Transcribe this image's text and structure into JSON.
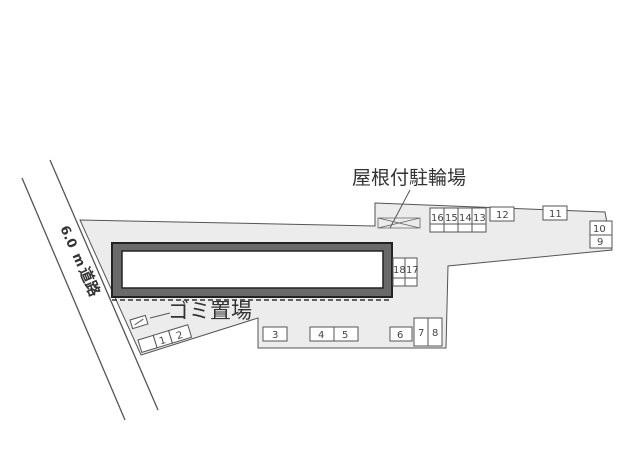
{
  "labels": {
    "bike_parking": "屋根付駐輪場",
    "garbage": "ゴミ置場",
    "road_width": "6.0",
    "road_unit": "m",
    "road": "道路"
  },
  "parking": {
    "p1": "1",
    "p2": "2",
    "p3": "3",
    "p4": "4",
    "p5": "5",
    "p6": "6",
    "p7": "7",
    "p8": "8",
    "p9": "9",
    "p10": "10",
    "p11": "11",
    "p12": "12",
    "p13": "13",
    "p14": "14",
    "p15": "15",
    "p16": "16",
    "p17": "17",
    "p18": "18"
  },
  "colors": {
    "lot": "#ececec",
    "building_border": "#333333",
    "line": "#555555"
  }
}
